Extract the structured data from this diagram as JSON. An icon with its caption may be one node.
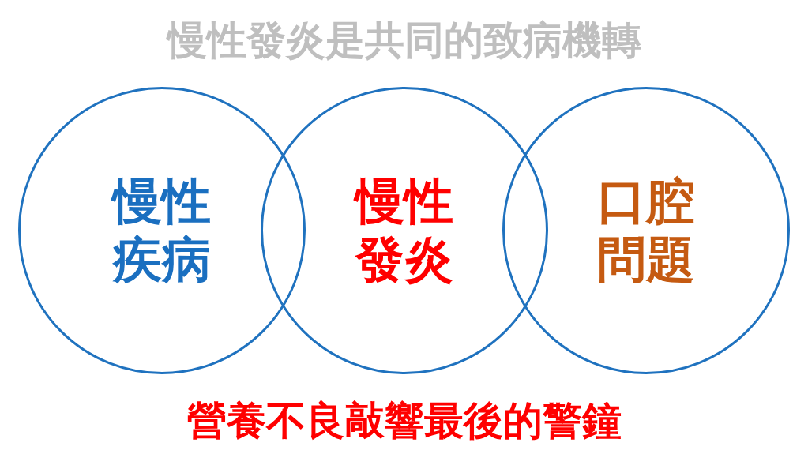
{
  "diagram": {
    "title": "慢性發炎是共同的致病機轉",
    "caption": "營養不良敲響最後的警鐘",
    "nodes": [
      {
        "text": [
          "慢性疾病"
        ]
      },
      {
        "text": [
          "慢性發炎"
        ]
      },
      {
        "text": [
          "口腔問題"
        ]
      }
    ]
  }
}
